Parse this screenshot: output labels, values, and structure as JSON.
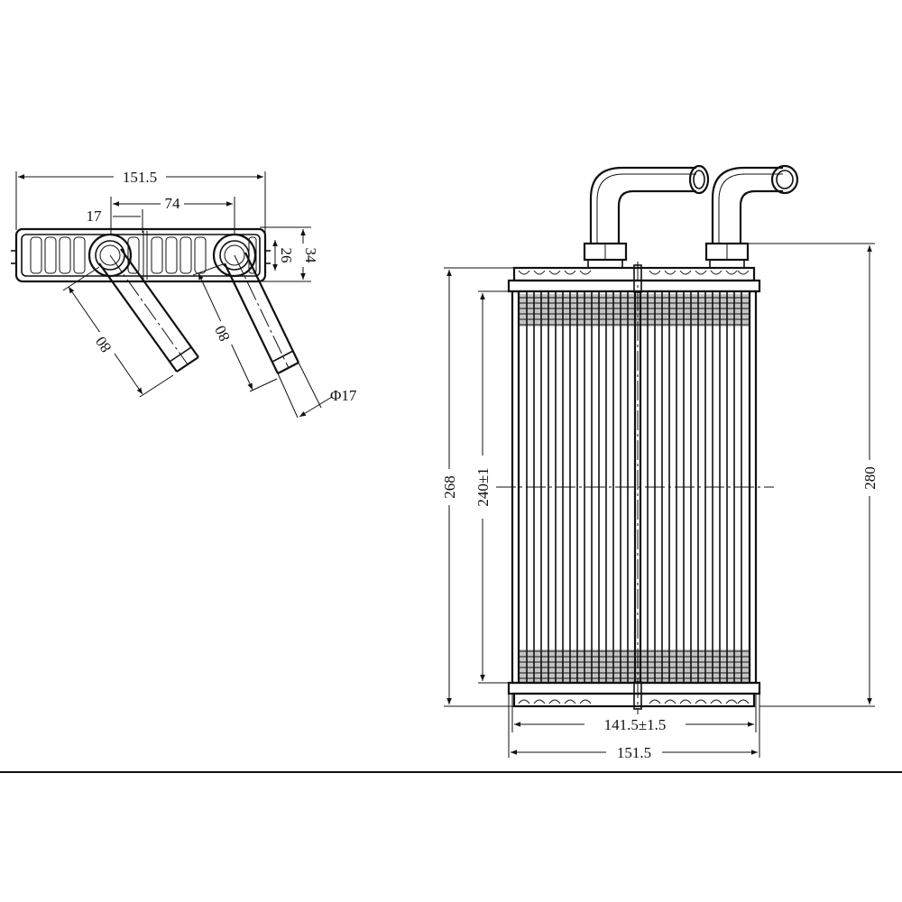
{
  "top_view": {
    "overall_width": "151.5",
    "pipe_spacing": "74",
    "pipe_offset": "17",
    "core_depth": "26",
    "tank_depth": "34",
    "pipe_length_left": "80",
    "pipe_length_right": "80",
    "pipe_diameter": "Φ17"
  },
  "front_view": {
    "overall_height": "268",
    "core_height": "240±1",
    "total_height": "280",
    "core_width": "141.5±1.5",
    "overall_width": "151.5"
  },
  "colors": {
    "line": "#111111",
    "background": "#ffffff"
  }
}
